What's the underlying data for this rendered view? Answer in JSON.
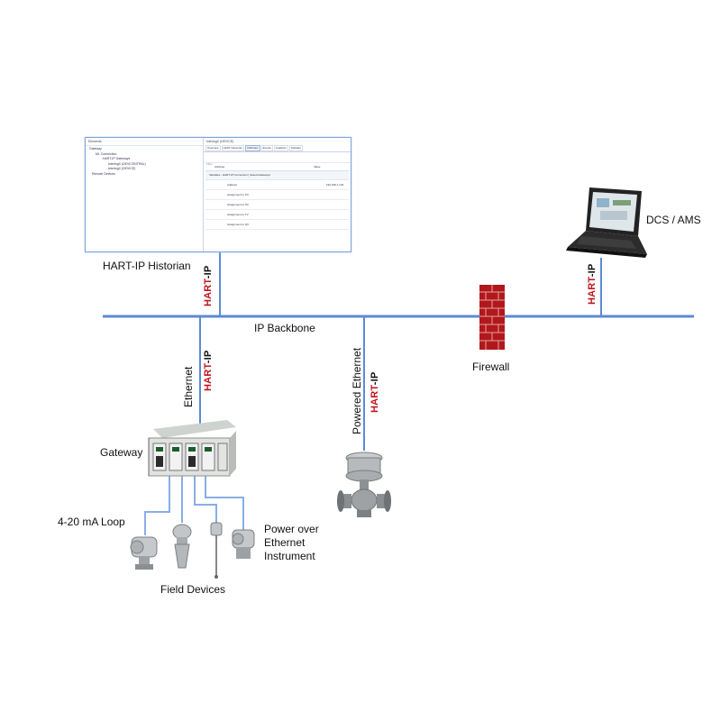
{
  "labels": {
    "historian": "HART-IP Historian",
    "ip_backbone": "IP Backbone",
    "firewall": "Firewall",
    "dcs_ams": "DCS / AMS",
    "gateway": "Gateway",
    "loop": "4-20 mA Loop",
    "field_devices": "Field Devices",
    "poe_instrument": [
      "Power over",
      "Ethernet",
      "Instrument"
    ],
    "ethernet": "Ethernet",
    "powered_ethernet": "Powered Ethernet"
  },
  "hart_ip_badge": {
    "hart": "HART",
    "ip": "-IP"
  },
  "historian_window": {
    "left_pane_header": "Elements",
    "tree_items": [
      "Gateway",
      "ML Connection",
      "HART-IP Gateways",
      "InterlogX (DEVICENTRAL)",
      "InterlogX (DEVICE)",
      "Remote Devices"
    ],
    "right_pane_header": "InterlogX (DEVICE)",
    "tabs": [
      "Overview",
      "HART Networks",
      "Attributes",
      "Events",
      "Analytics",
      "Subtabs"
    ],
    "filter_placeholder": "Filter",
    "table_headers": [
      "Attribute",
      "Value"
    ],
    "group_row": "Variables - HART-IP Connection | Saved-Gateways",
    "rows": [
      "Address",
      "Assignment to PV",
      "Assignment to SV",
      "Assignment to TV",
      "Assignment to QV"
    ],
    "first_row_value": "192.168.1.123"
  },
  "colors": {
    "backbone": "#5b8ad6",
    "device_link": "#88aee6",
    "hart_red": "#c0141c",
    "firewall_red": "#b0181c",
    "window_border": "#7fa4dc"
  }
}
